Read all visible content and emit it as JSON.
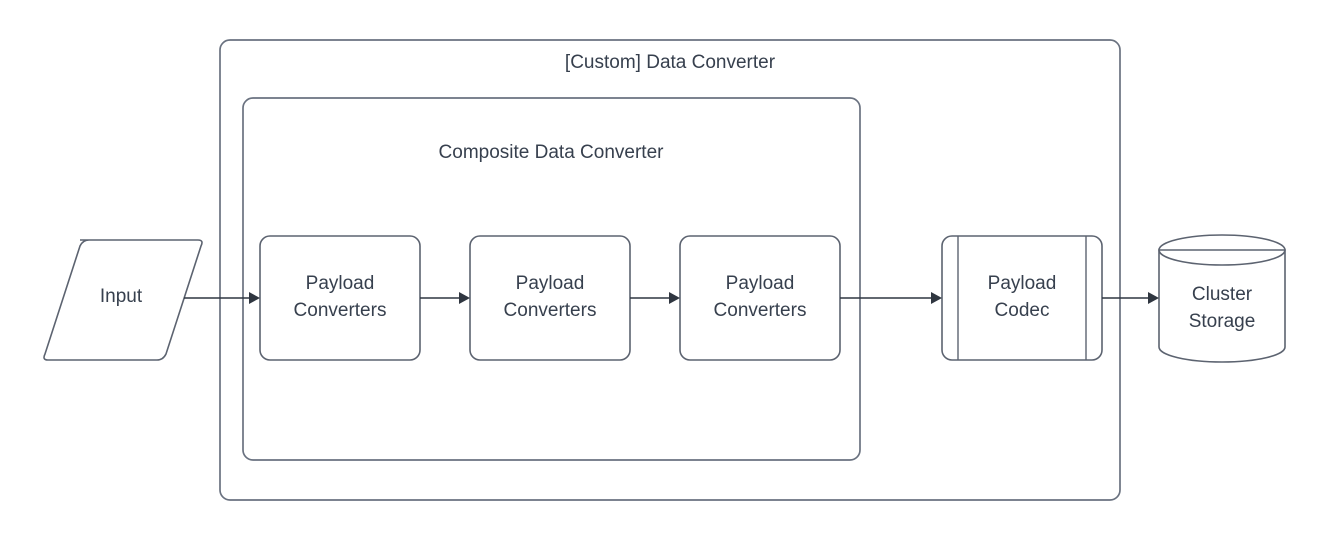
{
  "diagram": {
    "title": "[Custom] Data Converter",
    "type": "flowchart",
    "background_color": "#ffffff",
    "stroke_color": "#5c6370",
    "text_color": "#37404e",
    "arrow_color": "#2f3640",
    "containers": [
      {
        "id": "custom-data-converter",
        "label": "[Custom] Data Converter",
        "shape": "rounded-rectangle",
        "label_position": "top-center"
      },
      {
        "id": "composite-data-converter",
        "label": "Composite Data Converter",
        "shape": "rounded-rectangle",
        "label_position": "top-center"
      }
    ],
    "nodes": [
      {
        "id": "input",
        "label": "Input",
        "shape": "parallelogram"
      },
      {
        "id": "payload-converters-1",
        "label_line1": "Payload",
        "label_line2": "Converters",
        "shape": "rounded-rectangle"
      },
      {
        "id": "payload-converters-2",
        "label_line1": "Payload",
        "label_line2": "Converters",
        "shape": "rounded-rectangle"
      },
      {
        "id": "payload-converters-3",
        "label_line1": "Payload",
        "label_line2": "Converters",
        "shape": "rounded-rectangle"
      },
      {
        "id": "payload-codec",
        "label_line1": "Payload",
        "label_line2": "Codec",
        "shape": "predefined-process"
      },
      {
        "id": "cluster-storage",
        "label_line1": "Cluster",
        "label_line2": "Storage",
        "shape": "cylinder"
      }
    ],
    "edges": [
      {
        "id": "edge-input-to-pc1",
        "from": "input",
        "to": "payload-converters-1",
        "style": "solid-arrow"
      },
      {
        "id": "edge-pc1-to-pc2",
        "from": "payload-converters-1",
        "to": "payload-converters-2",
        "style": "solid-arrow"
      },
      {
        "id": "edge-pc2-to-pc3",
        "from": "payload-converters-2",
        "to": "payload-converters-3",
        "style": "solid-arrow"
      },
      {
        "id": "edge-pc3-to-codec",
        "from": "payload-converters-3",
        "to": "payload-codec",
        "style": "solid-arrow"
      },
      {
        "id": "edge-codec-to-storage",
        "from": "payload-codec",
        "to": "cluster-storage",
        "style": "solid-arrow"
      }
    ]
  }
}
